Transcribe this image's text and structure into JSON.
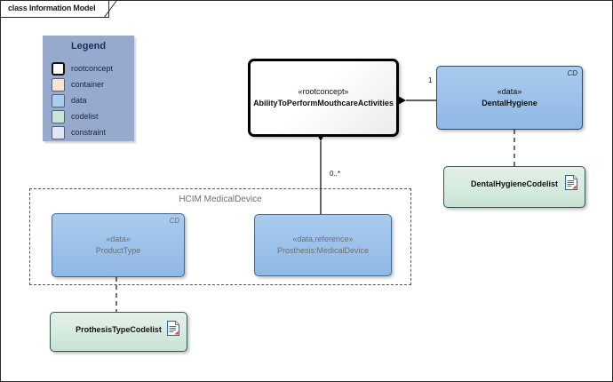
{
  "diagram": {
    "tab_label": "class Information Model",
    "package_label": "HCIM MedicalDevice"
  },
  "legend": {
    "title": "Legend",
    "items": [
      {
        "label": "rootconcept",
        "color": "#ffffff"
      },
      {
        "label": "container",
        "color": "#fbe5d0"
      },
      {
        "label": "data",
        "color": "#a8cdef"
      },
      {
        "label": "codelist",
        "color": "#c9e5d4"
      },
      {
        "label": "constraint",
        "color": "#e3e3f6"
      }
    ]
  },
  "nodes": {
    "rootconcept": {
      "stereotype": "«rootconcept»",
      "name": "AbilityToPerformMouthcareActivities"
    },
    "dental_hygiene": {
      "stereotype": "«data»",
      "name": "DentalHygiene",
      "marker": "CD"
    },
    "dental_hygiene_codelist": {
      "name": "DentalHygieneCodelist",
      "icon": "document-icon"
    },
    "product_type": {
      "stereotype": "«data»",
      "name": "ProductType",
      "marker": "CD"
    },
    "prosthesis_medical_device": {
      "stereotype": "«data,reference»",
      "name": "Prosthesis:MedicalDevice"
    },
    "prothesis_type_codelist": {
      "name": "ProthesisTypeCodelist",
      "icon": "document-icon"
    }
  },
  "connectors": {
    "root_to_dentalhygiene": {
      "multiplicity": "1"
    },
    "root_to_prosthesis": {
      "multiplicity": "0..*"
    }
  },
  "colors": {
    "data_fill": "#a9cbee",
    "codelist_fill": "#d6ebdf",
    "legend_panel": "#97aace",
    "root_border": "#000000"
  }
}
